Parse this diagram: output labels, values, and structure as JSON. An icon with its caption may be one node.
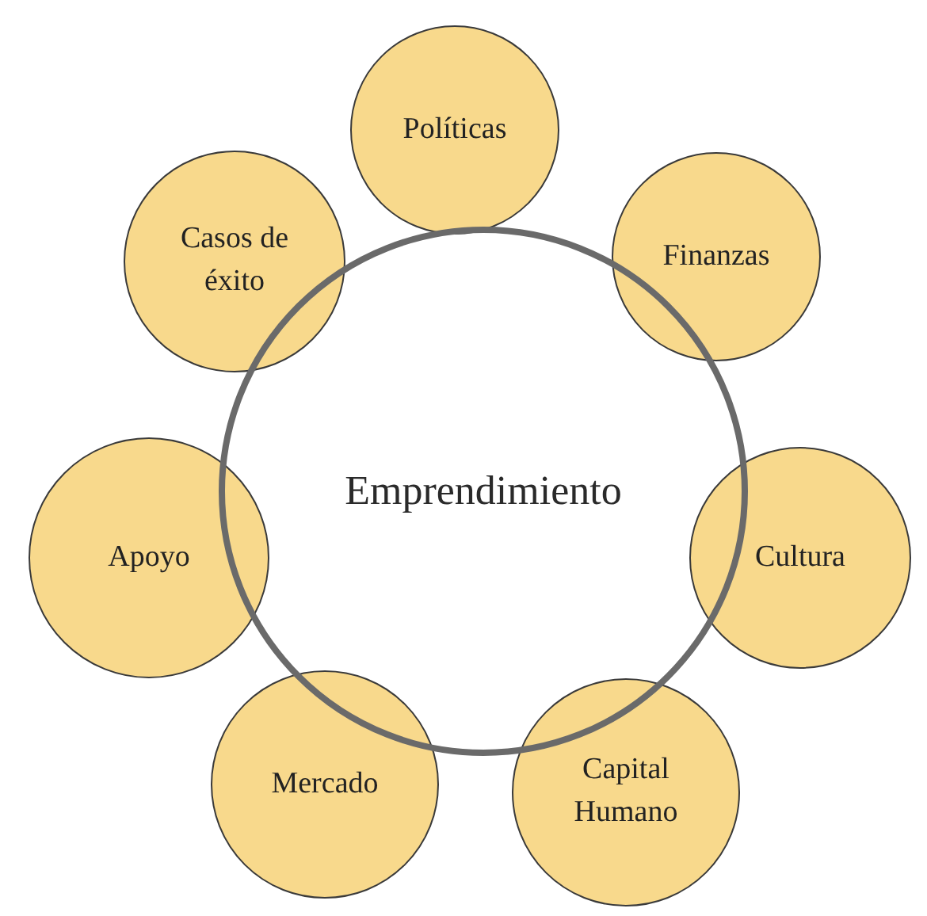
{
  "diagram": {
    "nodes": [
      {
        "text": [
          "Emprendimiento"
        ]
      },
      {
        "text": [
          "Políticas"
        ]
      },
      {
        "text": [
          "Finanzas"
        ]
      },
      {
        "text": [
          "Cultura"
        ]
      },
      {
        "text": [
          "Capital Humano"
        ]
      },
      {
        "text": [
          "Mercado"
        ]
      },
      {
        "text": [
          "Apoyo"
        ]
      },
      {
        "text": [
          "Casos de éxito"
        ]
      }
    ]
  }
}
